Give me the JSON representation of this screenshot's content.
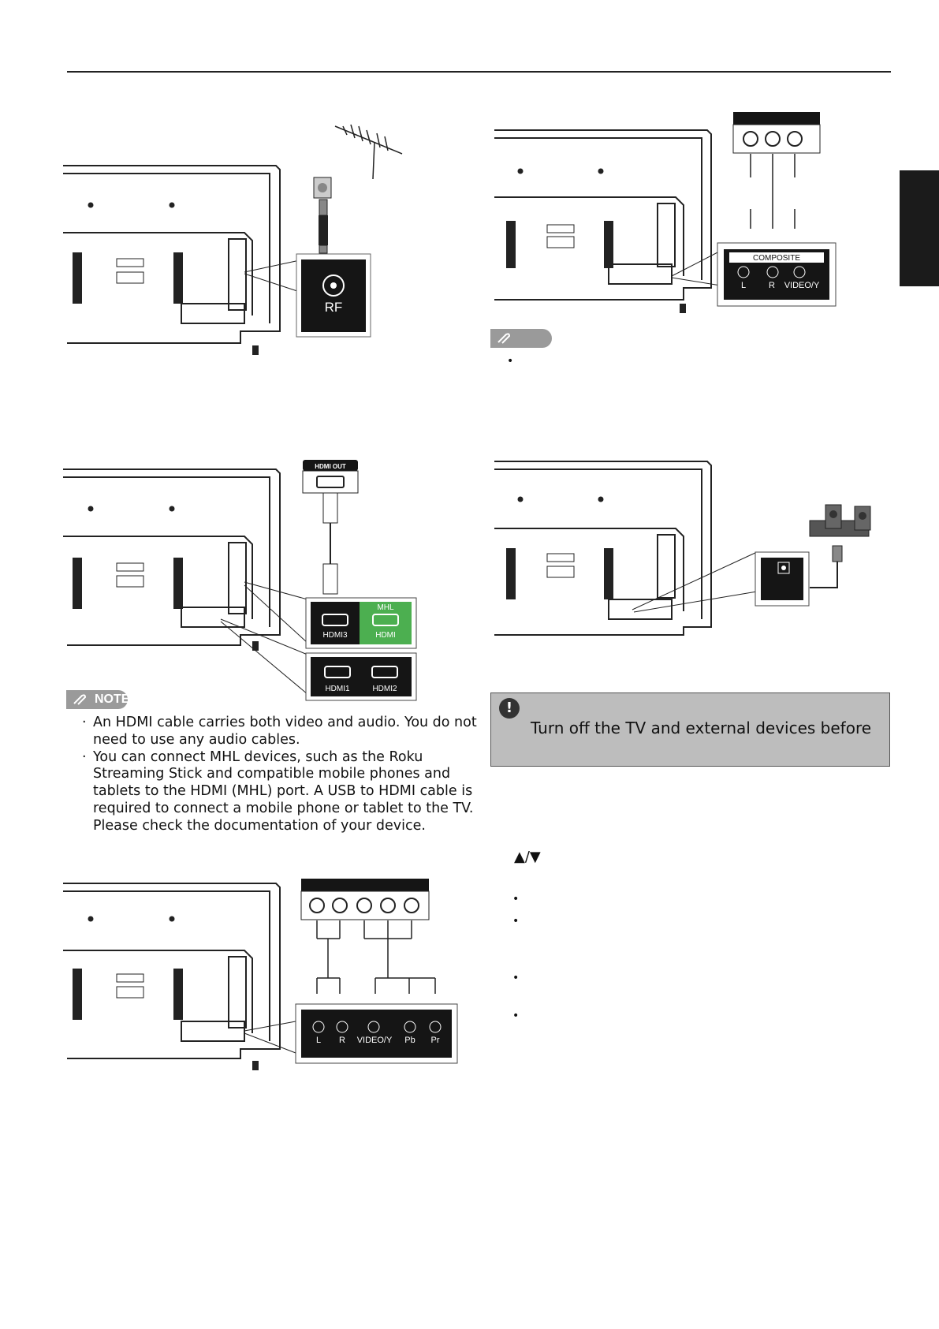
{
  "figures": {
    "antenna": {
      "port_label": "RF"
    },
    "composite": {
      "panel_title": "COMPOSITE",
      "ports": [
        "L",
        "R",
        "VIDEO/Y"
      ]
    },
    "hdmi": {
      "device_label": "HDMI OUT",
      "mhl_label": "MHL",
      "ports_top": [
        "HDMI3",
        "HDMI"
      ],
      "ports_bottom": [
        "HDMI1",
        "HDMI2"
      ],
      "mhl_color": "#4caf50"
    },
    "component": {
      "ports": [
        "L",
        "R",
        "VIDEO/Y",
        "Pb",
        "Pr"
      ]
    }
  },
  "hdmi_note": {
    "badge": "NOTE",
    "items": [
      "An HDMI cable carries both video and audio. You do not need to use any audio cables.",
      "You can connect MHL devices, such as the Roku Streaming Stick and compatible mobile phones and tablets to the HDMI  (MHL) port. A USB to HDMI cable is required to connect a mobile phone or tablet to the TV. Please check the documentation of your device."
    ]
  },
  "warning": {
    "icon": "!",
    "text": "Turn off the TV and external devices before"
  },
  "arrow_keys": "▲/▼",
  "bullets": [
    "•",
    "•",
    "•",
    "•",
    "•"
  ]
}
